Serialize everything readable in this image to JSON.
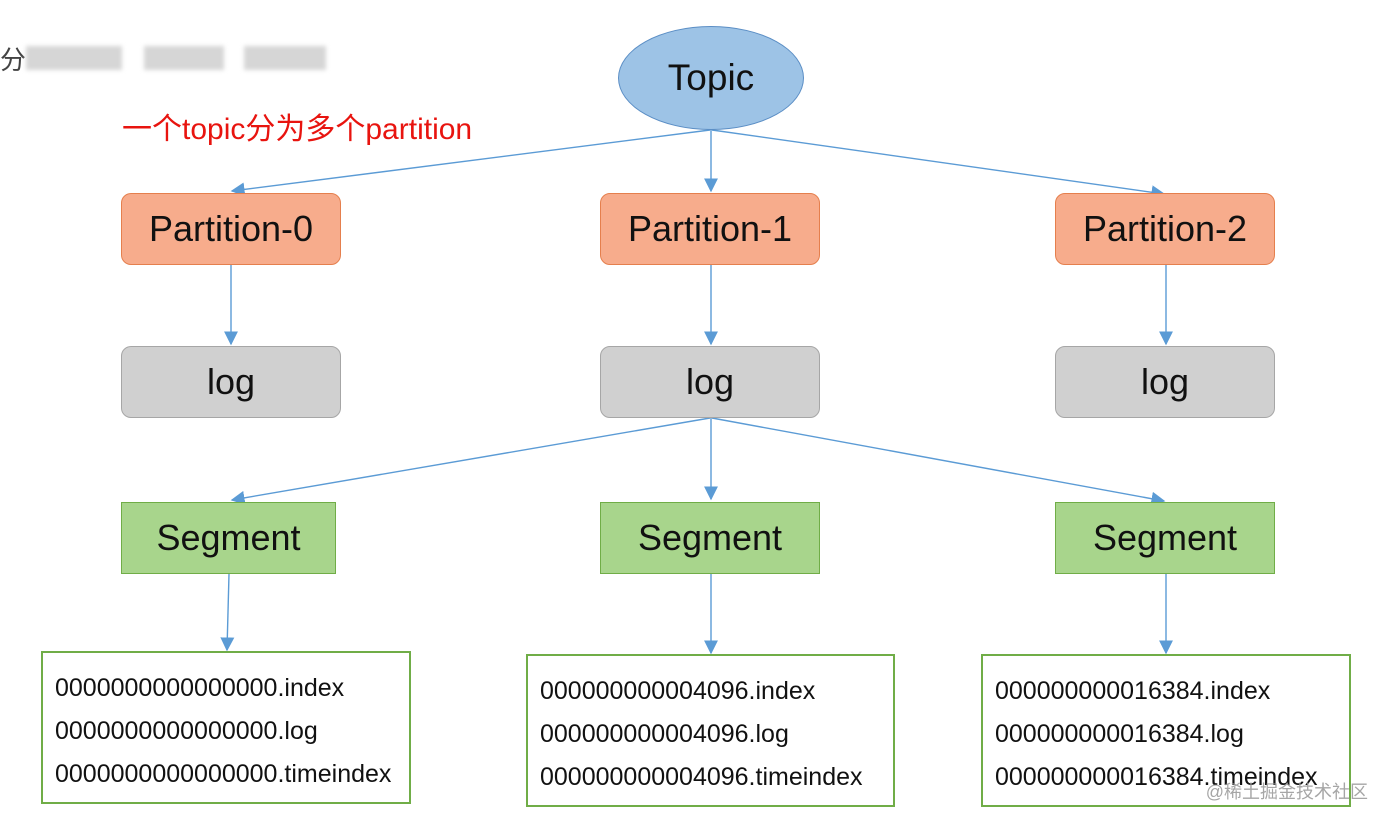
{
  "header_fragment": "分",
  "note": "一个topic分为多个partition",
  "topic": "Topic",
  "columns": [
    {
      "partition": "Partition-0",
      "log": "log",
      "segment": "Segment",
      "files": [
        "0000000000000000.index",
        "0000000000000000.log",
        "0000000000000000.timeindex"
      ]
    },
    {
      "partition": "Partition-1",
      "log": "log",
      "segment": "Segment",
      "files": [
        "000000000004096.index",
        "000000000004096.log",
        "000000000004096.timeindex"
      ]
    },
    {
      "partition": "Partition-2",
      "log": "log",
      "segment": "Segment",
      "files": [
        "000000000016384.index",
        "000000000016384.log",
        "000000000016384.timeindex"
      ]
    }
  ],
  "watermark": "@稀土掘金技术社区",
  "colors": {
    "topic_fill": "#9dc3e6",
    "partition_fill": "#f7ac8c",
    "log_fill": "#d0d0d0",
    "segment_fill": "#a8d58c",
    "arrow": "#5b9bd5",
    "note_text": "#e8140f"
  }
}
